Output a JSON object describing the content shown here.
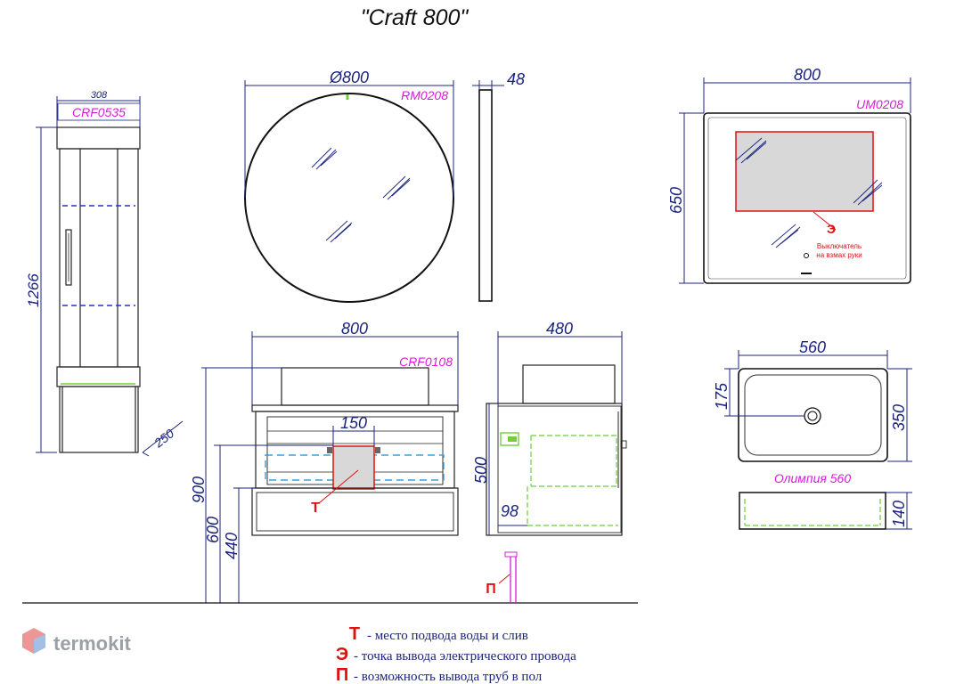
{
  "title": "\"Craft 800\"",
  "cabinet_tall": {
    "code": "CRF0535",
    "width": "308",
    "height": "1266",
    "depth": "250"
  },
  "mirror_round": {
    "code": "RM0208",
    "diameter": "Ø800",
    "depth": "48"
  },
  "mirror_rect": {
    "code": "UM0208",
    "width": "800",
    "height": "650",
    "switch_label_1": "Выключатель",
    "switch_label_2": "на взмах руки",
    "marker": "Э"
  },
  "vanity": {
    "code": "CRF0108",
    "width": "800",
    "depth": "480",
    "body_height": "500",
    "offset_98": "98",
    "gap": "150",
    "h900": "900",
    "h600": "600",
    "h440": "440",
    "marker_t": "Т",
    "marker_p": "П"
  },
  "basin": {
    "name": "Олимпия 560",
    "width": "560",
    "depth": "350",
    "drain_offset": "175",
    "height": "140"
  },
  "legend": [
    {
      "symbol": "Т",
      "text": "- место подвода воды и слив"
    },
    {
      "symbol": "Э",
      "text": "- точка вывода электрического провода"
    },
    {
      "symbol": "П",
      "text": "- возможность вывода труб в пол"
    }
  ],
  "brand": {
    "name": "termokit"
  },
  "colors": {
    "dimension": "#1a237e",
    "code": "#d81bd8",
    "marker": "#e01010",
    "green_outline": "#6fcf3a"
  }
}
